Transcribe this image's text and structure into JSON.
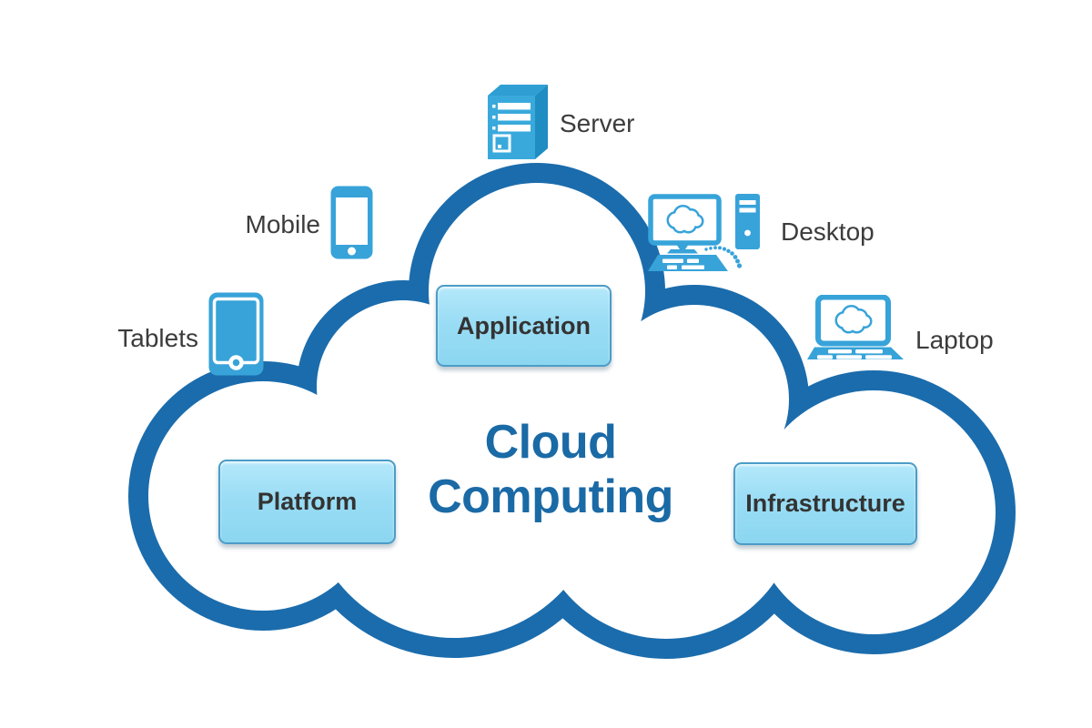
{
  "title": {
    "line1": "Cloud",
    "line2": "Computing"
  },
  "layers": [
    {
      "id": "application",
      "label": "Application"
    },
    {
      "id": "platform",
      "label": "Platform"
    },
    {
      "id": "infrastructure",
      "label": "Infrastructure"
    }
  ],
  "devices": [
    {
      "id": "server",
      "label": "Server",
      "icon": "server-icon"
    },
    {
      "id": "mobile",
      "label": "Mobile",
      "icon": "mobile-icon"
    },
    {
      "id": "desktop",
      "label": "Desktop",
      "icon": "desktop-icon"
    },
    {
      "id": "tablets",
      "label": "Tablets",
      "icon": "tablet-icon"
    },
    {
      "id": "laptop",
      "label": "Laptop",
      "icon": "laptop-icon"
    }
  ],
  "colors": {
    "cloud_outline": "#1B6CAC",
    "title_text": "#1A6AA6",
    "label_text": "#3C3C3C",
    "icon_blue": "#37A3D9",
    "server_front": "#39A9DC",
    "server_top": "#2F9FD3",
    "server_side": "#1F8CC2",
    "button_fill_top": "#B5E8FA",
    "button_fill_bottom": "#8CD6F0",
    "button_border": "#4C9CC7",
    "button_text": "#333333"
  }
}
